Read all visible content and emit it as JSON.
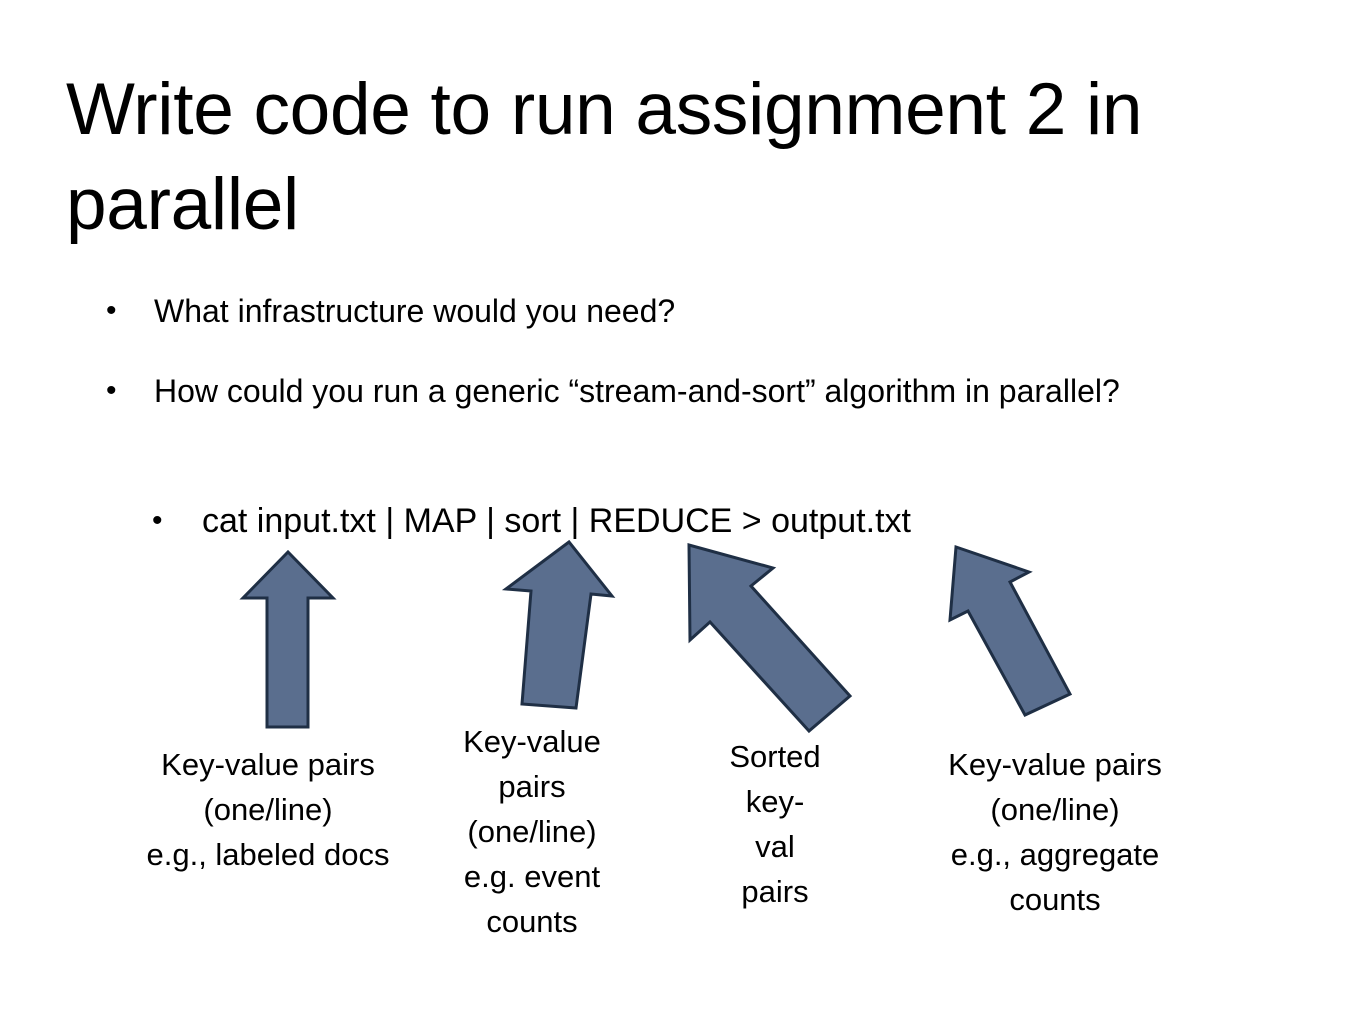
{
  "slide": {
    "title": "Write code to run assignment 2 in parallel",
    "bullets": [
      "What infrastructure would you need?",
      "How could you run a generic “stream-and-sort” algorithm in parallel?"
    ],
    "sub_bullet": "cat input.txt | MAP | sort | REDUCE > output.txt",
    "bullet_symbol": "•",
    "arrow_color": "#5a6e8e",
    "labels": [
      [
        "Key-value pairs",
        "(one/line)",
        "e.g., labeled docs"
      ],
      [
        "Key-value",
        "pairs",
        "(one/line)",
        "e.g. event",
        "counts"
      ],
      [
        "Sorted",
        "key-",
        "val",
        "pairs"
      ],
      [
        "Key-value pairs",
        "(one/line)",
        "e.g., aggregate",
        "counts"
      ]
    ]
  }
}
